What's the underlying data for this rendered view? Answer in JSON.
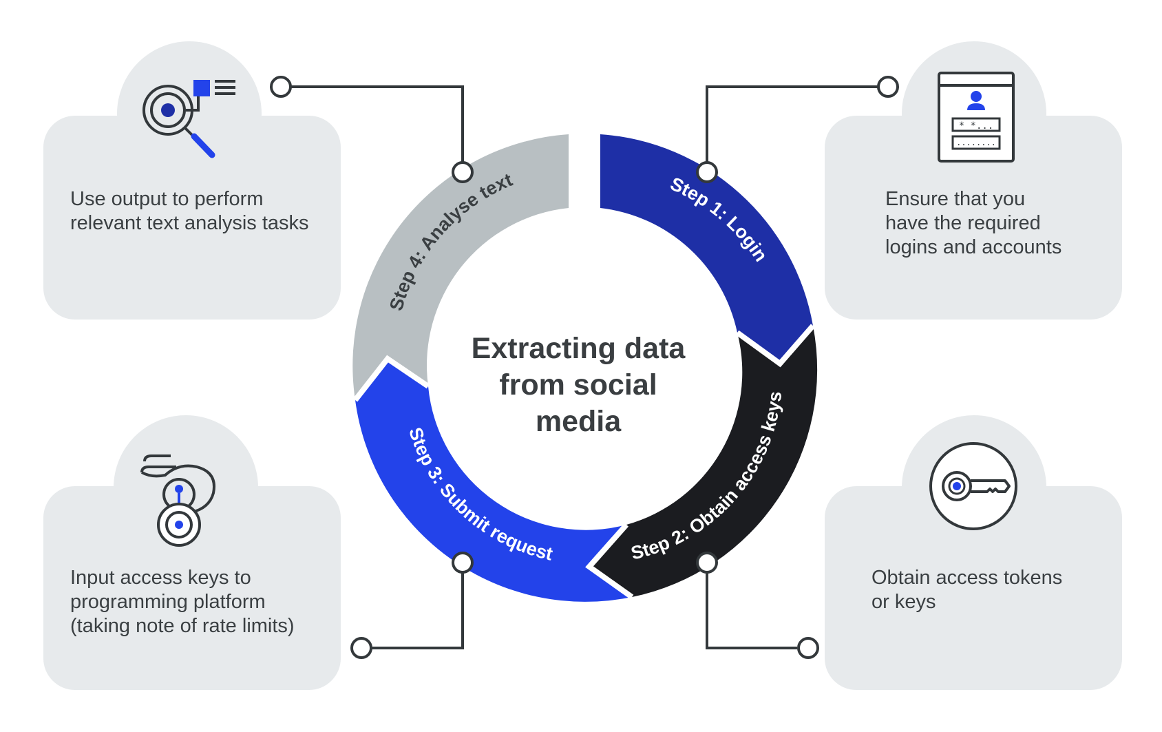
{
  "title": "Extracting data\nfrom social\nmedia",
  "steps": [
    {
      "label": "Step 1: Login",
      "description": "Ensure that you\nhave the required\nlogins and accounts",
      "color": "#1e2fa6",
      "icon": "login-window-icon"
    },
    {
      "label": "Step 2: Obtain access keys",
      "description": "Obtain access tokens\nor keys",
      "color": "#1b1c20",
      "icon": "key-icon"
    },
    {
      "label": "Step 3: Submit request",
      "description": "Input access keys to\nprogramming platform\n(taking note of rate limits)",
      "color": "#2343ea",
      "icon": "hand-input-icon"
    },
    {
      "label": "Step 4: Analyse text",
      "description": "Use output to perform\nrelevant text analysis tasks",
      "color": "#b8bfc2",
      "icon": "magnifier-analysis-icon"
    }
  ],
  "colors": {
    "card": "#e7eaec",
    "accent": "#2343ea",
    "line": "#33383b"
  }
}
